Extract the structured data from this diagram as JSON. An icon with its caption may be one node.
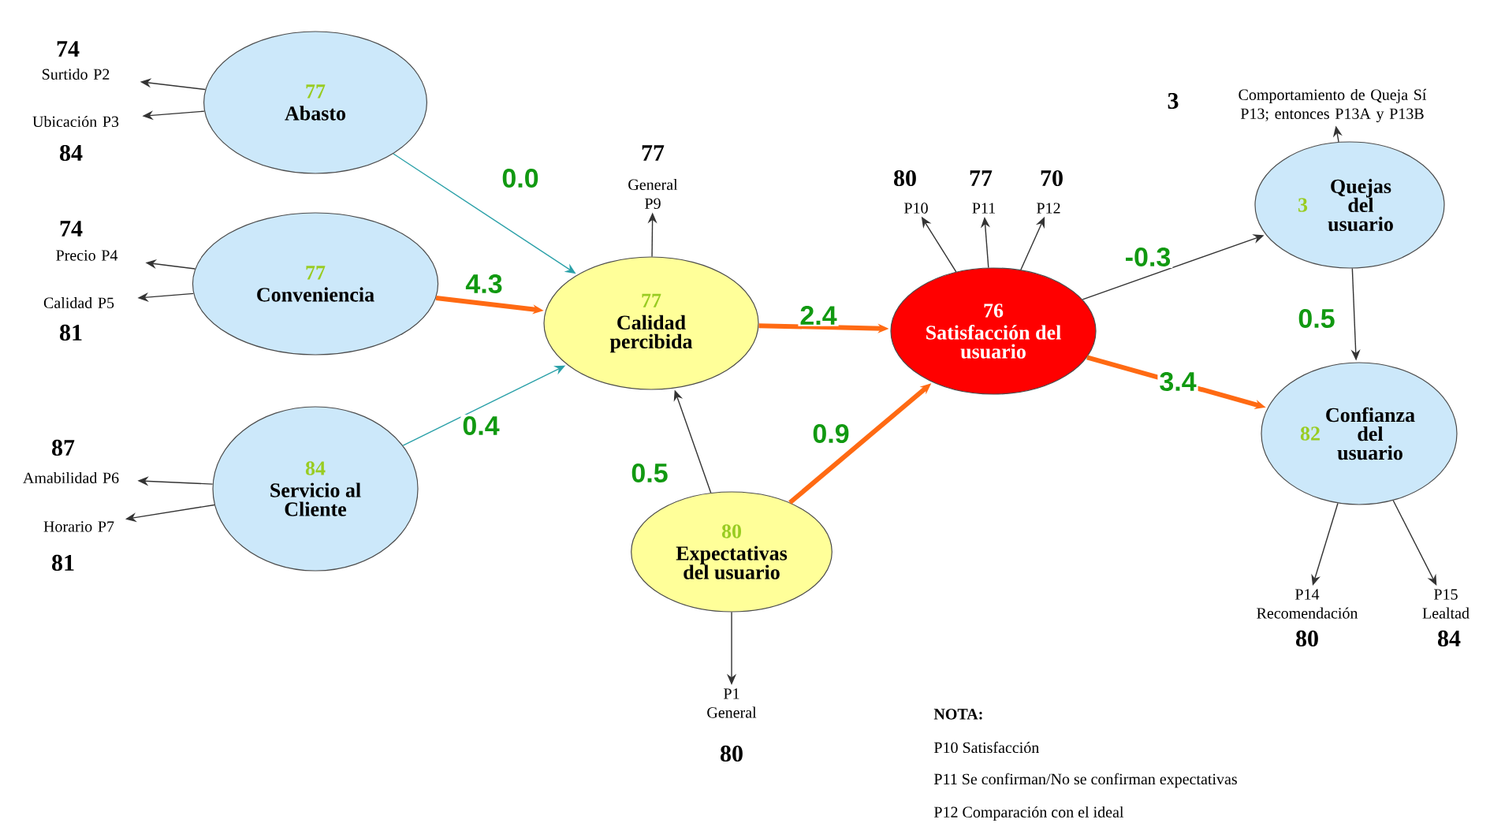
{
  "diagram": {
    "nodes": [
      {
        "text": [
          "77",
          "Abasto"
        ]
      },
      {
        "text": [
          "77",
          "Conveniencia"
        ]
      },
      {
        "text": [
          "84",
          "Servicio al Cliente"
        ]
      },
      {
        "text": [
          "77",
          "Calidad percibida"
        ]
      },
      {
        "text": [
          "80",
          "Expectativas del usuario"
        ]
      },
      {
        "text": [
          "76",
          "Satisfacción del usuario"
        ]
      },
      {
        "text": [
          "3",
          "Quejas del usuario"
        ]
      },
      {
        "text": [
          "82",
          "Confianza del usuario"
        ]
      },
      {
        "text": [
          "Surtido P2"
        ],
        "beside": [
          "74"
        ]
      },
      {
        "text": [
          "Ubicación P3"
        ],
        "beside": [
          "84"
        ]
      },
      {
        "text": [
          "Precio P4"
        ],
        "beside": [
          "74"
        ]
      },
      {
        "text": [
          "Calidad P5"
        ],
        "beside": [
          "81"
        ]
      },
      {
        "text": [
          "Amabilidad P6"
        ],
        "beside": [
          "87"
        ]
      },
      {
        "text": [
          "Horario P7"
        ],
        "beside": [
          "81"
        ]
      },
      {
        "text": [
          "General P9"
        ],
        "beside": [
          "77"
        ]
      },
      {
        "text": [
          "P10"
        ],
        "beside": [
          "80"
        ]
      },
      {
        "text": [
          "P11"
        ],
        "beside": [
          "77"
        ]
      },
      {
        "text": [
          "P12"
        ],
        "beside": [
          "70"
        ]
      },
      {
        "text": [
          "Comportamiento de Queja Sí P13; entonces P13A y P13B"
        ],
        "beside": [
          "3"
        ]
      },
      {
        "text": [
          "P14 Recomendación"
        ],
        "beside": [
          "80"
        ]
      },
      {
        "text": [
          "P15 Lealtad"
        ],
        "beside": [
          "84"
        ]
      },
      {
        "text": [
          "P1 General"
        ],
        "beside": [
          "80"
        ]
      }
    ],
    "edges": [
      {
        "from": 0,
        "to": 8,
        "arrow": "to"
      },
      {
        "from": 0,
        "to": 9,
        "arrow": "to"
      },
      {
        "from": 1,
        "to": 10,
        "arrow": "to"
      },
      {
        "from": 1,
        "to": 11,
        "arrow": "to"
      },
      {
        "from": 2,
        "to": 12,
        "arrow": "to"
      },
      {
        "from": 2,
        "to": 13,
        "arrow": "to"
      },
      {
        "from": 0,
        "to": 3,
        "arrow": "to",
        "label": "0.0",
        "color": "#2aa0a8"
      },
      {
        "from": 1,
        "to": 3,
        "arrow": "to",
        "label": "4.3",
        "style": "thick",
        "color": "#ff6a13"
      },
      {
        "from": 2,
        "to": 3,
        "arrow": "to",
        "label": "0.4",
        "color": "#2aa0a8"
      },
      {
        "from": 3,
        "to": 14,
        "arrow": "to"
      },
      {
        "from": 4,
        "to": 3,
        "arrow": "to",
        "label": "0.5"
      },
      {
        "from": 3,
        "to": 5,
        "arrow": "to",
        "label": "2.4",
        "style": "thick",
        "color": "#ff6a13"
      },
      {
        "from": 4,
        "to": 5,
        "arrow": "to",
        "label": "0.9",
        "style": "thick",
        "color": "#ff6a13"
      },
      {
        "from": 4,
        "to": 21,
        "arrow": "to"
      },
      {
        "from": 5,
        "to": 15,
        "arrow": "to"
      },
      {
        "from": 5,
        "to": 16,
        "arrow": "to"
      },
      {
        "from": 5,
        "to": 17,
        "arrow": "to"
      },
      {
        "from": 5,
        "to": 6,
        "arrow": "to",
        "label": "-0.3"
      },
      {
        "from": 5,
        "to": 7,
        "arrow": "to",
        "label": "3.4",
        "style": "thick",
        "color": "#ff6a13"
      },
      {
        "from": 6,
        "to": 18,
        "arrow": "to"
      },
      {
        "from": 6,
        "to": 7,
        "arrow": "to",
        "label": "0.5"
      },
      {
        "from": 7,
        "to": 19,
        "arrow": "to"
      },
      {
        "from": 7,
        "to": 20,
        "arrow": "to"
      }
    ],
    "labels": [
      "NOTA:",
      "P10 Satisfacción",
      "P11 Se confirman/No se confirman expectativas",
      "P12 Comparación con el ideal"
    ]
  }
}
